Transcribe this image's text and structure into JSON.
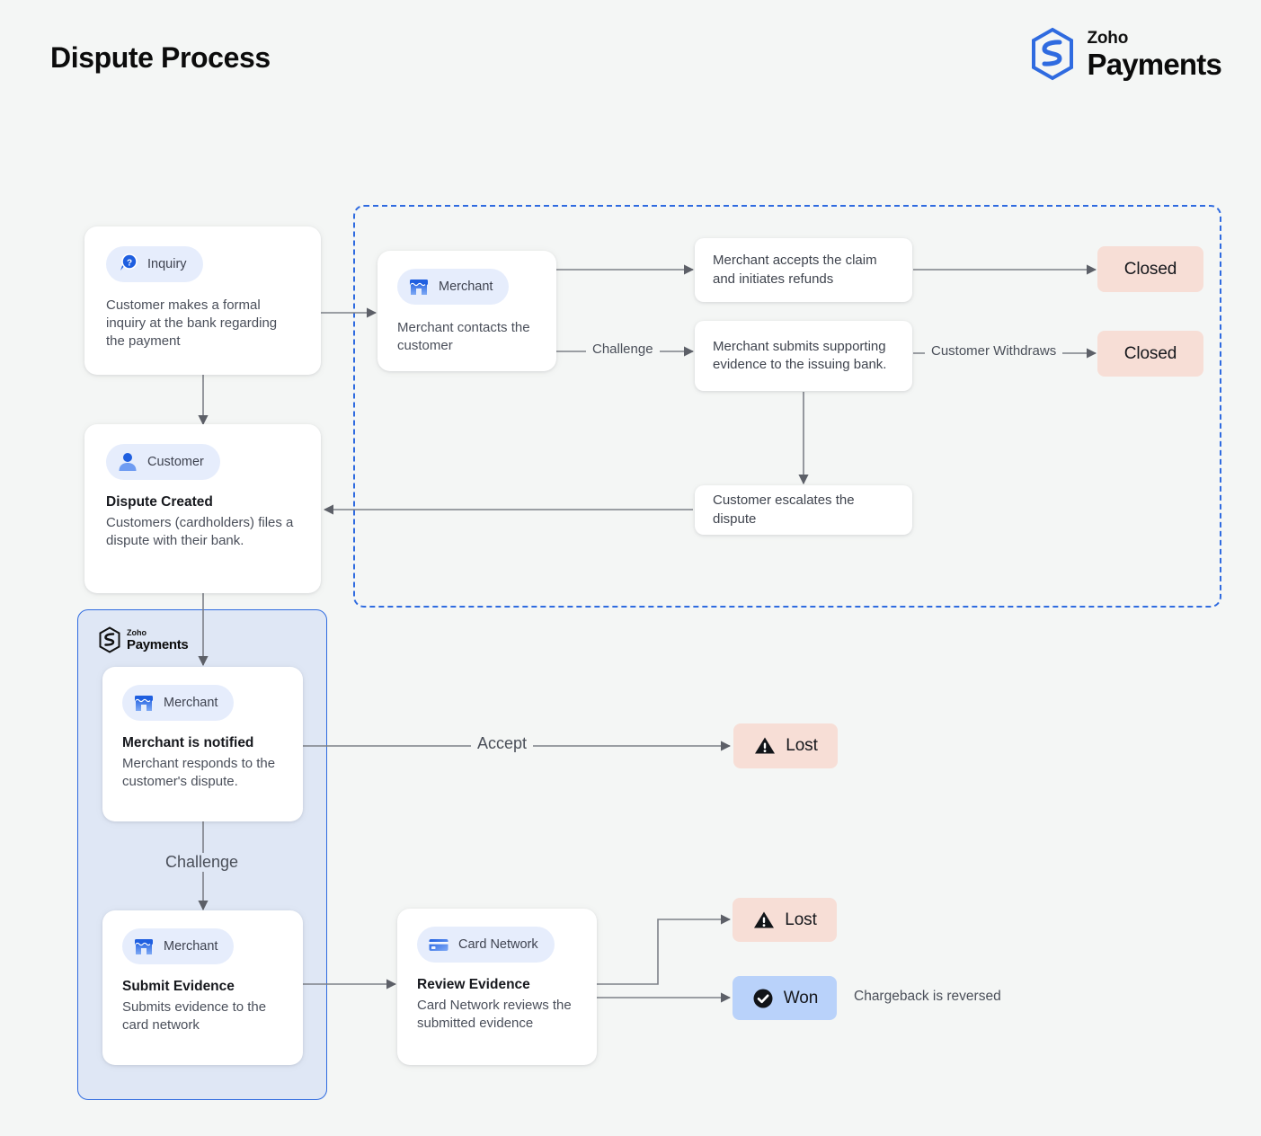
{
  "header": {
    "title": "Dispute Process",
    "brand": {
      "top": "Zoho",
      "bottom": "Payments",
      "color": "#2f6be0"
    }
  },
  "regions": {
    "dashed": {
      "name": "bank-inquiry-region",
      "border_color": "#2f6be0",
      "style": "dashed"
    },
    "zoho": {
      "name": "zoho-payments-region",
      "border_color": "#2f6be0",
      "fill": "#dfe7f5",
      "brand_top": "Zoho",
      "brand_bottom": "Payments"
    }
  },
  "cards": {
    "inquiry": {
      "chip": "Inquiry",
      "chip_icon": "inquiry-magnifier-icon",
      "desc": "Customer makes a formal inquiry at the bank regarding the payment"
    },
    "dispute_created": {
      "chip": "Customer",
      "chip_icon": "customer-person-icon",
      "title": "Dispute Created",
      "desc": "Customers (cardholders) files a dispute with their bank."
    },
    "merchant_contacts": {
      "chip": "Merchant",
      "chip_icon": "merchant-store-icon",
      "desc": "Merchant contacts the customer"
    },
    "merchant_notified": {
      "chip": "Merchant",
      "chip_icon": "merchant-store-icon",
      "title": "Merchant is notified",
      "desc": "Merchant responds to the customer's dispute."
    },
    "submit_evidence": {
      "chip": "Merchant",
      "chip_icon": "merchant-store-icon",
      "title": "Submit Evidence",
      "desc": "Submits evidence to the card network"
    },
    "review_evidence": {
      "chip": "Card Network",
      "chip_icon": "card-network-icon",
      "title": "Review Evidence",
      "desc": "Card Network reviews the submitted evidence"
    }
  },
  "plain_cards": {
    "accepts_claim": "Merchant accepts the claim and initiates refunds",
    "submits_evidence_bank": "Merchant submits supporting evidence to the issuing bank.",
    "escalates": "Customer escalates the dispute"
  },
  "badges": {
    "closed_top": {
      "label": "Closed",
      "color": "#f7ded6",
      "icon": "none"
    },
    "closed_bottom": {
      "label": "Closed",
      "color": "#f7ded6",
      "icon": "none"
    },
    "lost_accept": {
      "label": "Lost",
      "color": "#f7ded6",
      "icon": "warning-triangle-icon"
    },
    "lost_review": {
      "label": "Lost",
      "color": "#f7ded6",
      "icon": "warning-triangle-icon"
    },
    "won": {
      "label": "Won",
      "color": "#b9d2fa",
      "icon": "check-circle-icon"
    }
  },
  "edge_labels": {
    "challenge_top": "Challenge",
    "customer_withdraws": "Customer Withdraws",
    "accept": "Accept",
    "challenge_bottom": "Challenge"
  },
  "notes": {
    "chargeback_reversed": "Chargeback is reversed"
  }
}
